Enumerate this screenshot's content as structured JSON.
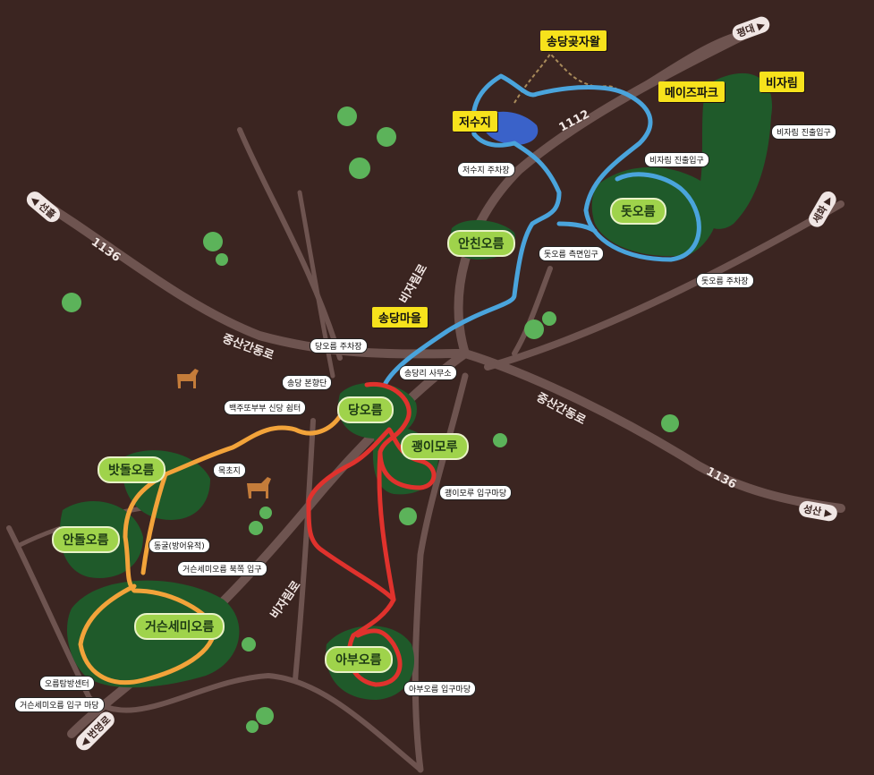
{
  "map": {
    "places": {
      "songdang_gotjawal": "송당곶자왈",
      "reservoir": "저수지",
      "maze_park": "메이즈파크",
      "bijarim": "비자림",
      "songdang_village": "송당마을"
    },
    "oreums": {
      "dot": "돗오름",
      "anchin": "안친오름",
      "dang": "당오름",
      "kkaengi": "괭이모루",
      "bat_dol": "밧돌오름",
      "an_dol": "안돌오름",
      "geosun": "거슨세미오름",
      "abu": "아부오름"
    },
    "callouts": {
      "reservoir_parking": "저수지 주차장",
      "bijarim_entrance_a": "비자림 진출입구",
      "bijarim_entrance_b": "비자림 진출입구",
      "dot_side_entrance": "돗오름 측면입구",
      "dot_parking": "돗오름 주차장",
      "dang_parking": "당오름 주차장",
      "songdang_office": "송당리 사무소",
      "songdang_shrine": "송당 본향단",
      "baekju_rest": "백주또부부 신당 쉼터",
      "kkaengi_entrance": "괭이모루 입구마당",
      "mokchoji": "목초지",
      "cave": "동굴(방어유적)",
      "geosun_north": "거슨세미오름 북쪽 입구",
      "oreum_center": "오름탐방센터",
      "geosun_entrance": "거슨세미오름 입구 마당",
      "abu_entrance": "아부오름 입구마당"
    },
    "roads": {
      "r1112": "1112",
      "r1136_w": "1136",
      "r1136_e": "1136",
      "bijarim_ro_n": "비자림로",
      "bijarim_ro_s": "비자림로",
      "jungsan_w": "중산간동로",
      "jungsan_e": "중산간동로"
    },
    "directions": {
      "pyeongdae": "평대",
      "sehwa": "세화",
      "seonheul": "선흘",
      "seongsan": "성산",
      "beonyeong": "번영로"
    },
    "colors": {
      "background": "#3b2521",
      "road": "#6e5450",
      "forest": "#1f5a2a",
      "oreum": "#9fd34b",
      "blue_trail": "#4aa4dc",
      "orange_trail": "#f2a33a",
      "red_trail": "#e0322d",
      "label_yellow": "#f7e21c"
    }
  }
}
